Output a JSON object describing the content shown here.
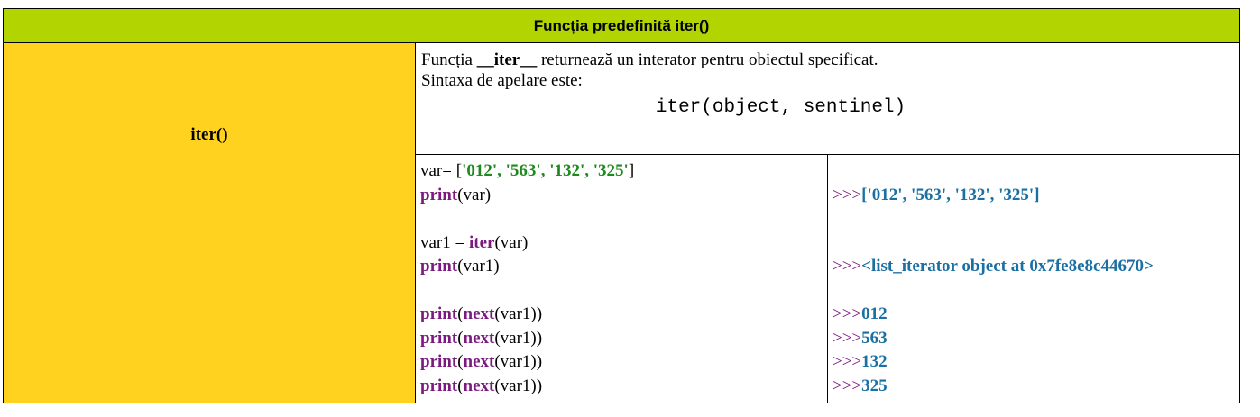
{
  "title": "Funcția predefinită iter()",
  "side_label": "iter()",
  "description": {
    "prefix": "Funcția ",
    "keyword": "__iter__",
    "suffix": " returnează un interator pentru obiectul specificat.",
    "syntax_intro": "Sintaxa de apelare este:",
    "syntax": "iter(object, sentinel)"
  },
  "code": {
    "line1": {
      "a": "var= [",
      "s1": "'012'",
      "c1": ", ",
      "s2": "'563'",
      "c2": ", ",
      "s3": "'132'",
      "c3": ", ",
      "s4": "'325'",
      "b": "]"
    },
    "print_kw": "print",
    "iter_kw": "iter",
    "next_kw": "next",
    "line2_arg": "(var)",
    "line4_pre": "var1 = ",
    "line4_arg": "(var)",
    "line5_arg": "(var1)",
    "open": "(",
    "next_arg": "(var1))"
  },
  "output": {
    "prompt": ">>>",
    "out1": "['012', '563', '132', '325']",
    "out2": "<list_iterator object at 0x7fe8e8c44670>",
    "out3": "012",
    "out4": "563",
    "out5": "132",
    "out6": "325"
  }
}
